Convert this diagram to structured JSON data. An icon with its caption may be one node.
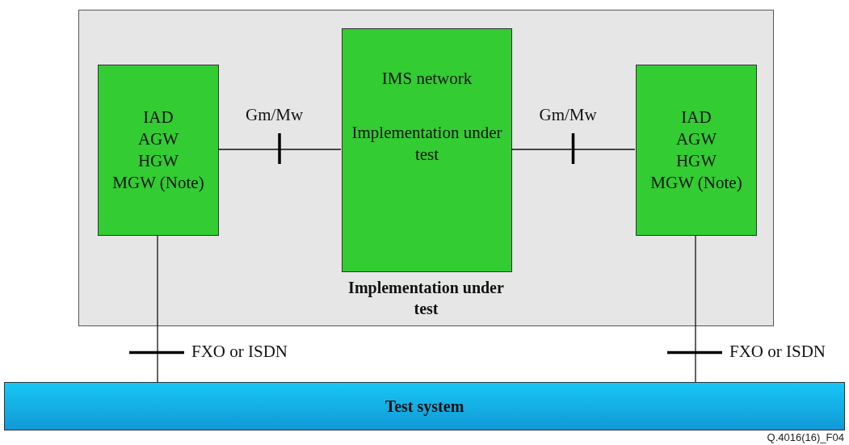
{
  "diagram": {
    "nodes": [
      {
        "text": [
          "Implementation under test"
        ]
      },
      {
        "text": [
          "IAD",
          "AGW",
          "HGW",
          "MGW (Note)"
        ],
        "in": 0
      },
      {
        "text": [
          "IMS network",
          "Implementation under test"
        ],
        "in": 0
      },
      {
        "text": [
          "IAD",
          "AGW",
          "HGW",
          "MGW (Note)"
        ],
        "in": 0
      },
      {
        "text": [
          "Test system"
        ]
      }
    ],
    "edges": [
      {
        "from": 1,
        "to": 2,
        "arrow": "none",
        "label": "Gm/Mw"
      },
      {
        "from": 2,
        "to": 3,
        "arrow": "none",
        "label": "Gm/Mw"
      },
      {
        "from": 1,
        "to": 4,
        "arrow": "none",
        "label": "FXO or ISDN"
      },
      {
        "from": 3,
        "to": 4,
        "arrow": "none",
        "label": "FXO or ISDN"
      }
    ],
    "labels": [
      "Q.4016(16)_F04"
    ]
  }
}
